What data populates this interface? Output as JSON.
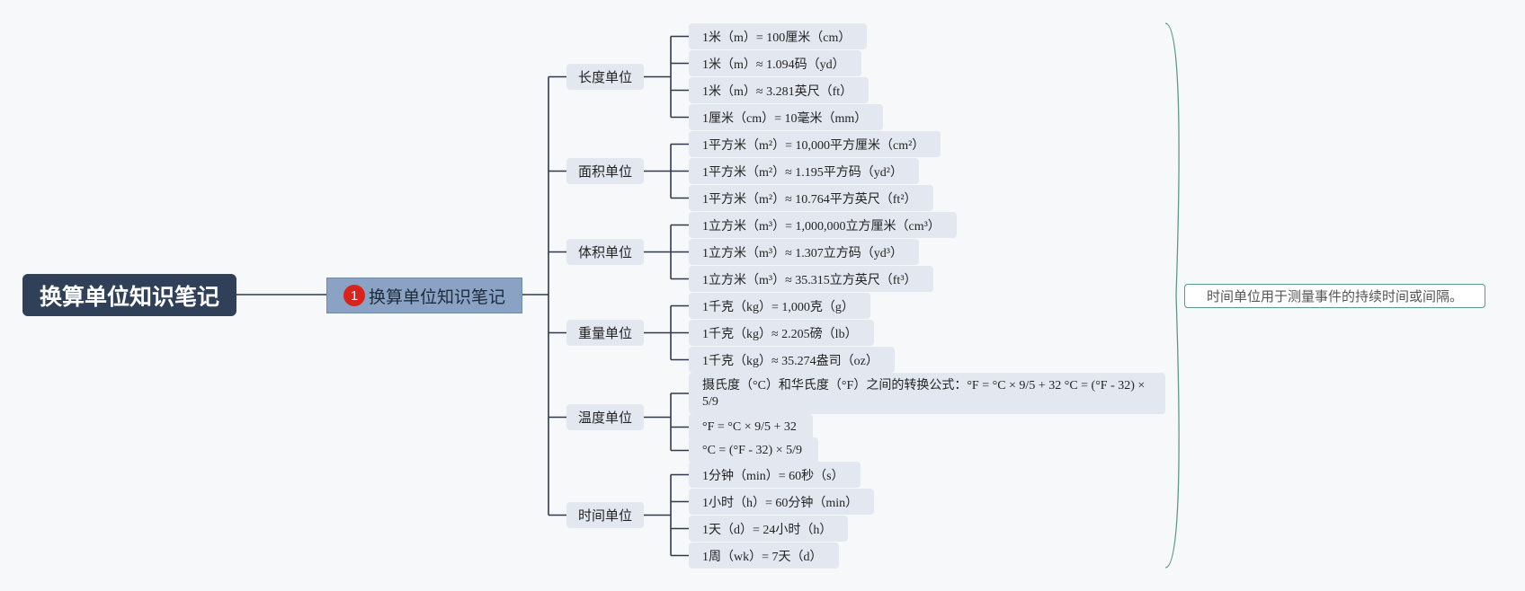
{
  "root": {
    "title": "换算单位知识笔记"
  },
  "main_topic": {
    "marker": "1",
    "title": "换算单位知识笔记"
  },
  "categories": [
    {
      "label": "长度单位",
      "items": [
        "1米（m）= 100厘米（cm）",
        "1米（m）≈ 1.094码（yd）",
        "1米（m）≈ 3.281英尺（ft）",
        "1厘米（cm）= 10毫米（mm）"
      ]
    },
    {
      "label": "面积单位",
      "items": [
        "1平方米（m²）= 10,000平方厘米（cm²）",
        "1平方米（m²）≈ 1.195平方码（yd²）",
        "1平方米（m²）≈ 10.764平方英尺（ft²）"
      ]
    },
    {
      "label": "体积单位",
      "items": [
        "1立方米（m³）= 1,000,000立方厘米（cm³）",
        "1立方米（m³）≈ 1.307立方码（yd³）",
        "1立方米（m³）≈ 35.315立方英尺（ft³）"
      ]
    },
    {
      "label": "重量单位",
      "items": [
        "1千克（kg）= 1,000克（g）",
        "1千克（kg）≈ 2.205磅（lb）",
        "1千克（kg）≈ 35.274盎司（oz）"
      ]
    },
    {
      "label": "温度单位",
      "items": [
        "摄氏度（°C）和华氏度（°F）之间的转换公式：°F = °C × 9/5 + 32 °C = (°F - 32) × 5/9",
        "°F = °C × 9/5 + 32",
        "°C = (°F - 32) × 5/9"
      ]
    },
    {
      "label": "时间单位",
      "items": [
        "1分钟（min）= 60秒（s）",
        "1小时（h）= 60分钟（min）",
        "1天（d）= 24小时（h）",
        "1周（wk）= 7天（d）"
      ]
    }
  ],
  "summary_note": "时间单位用于测量事件的持续时间或间隔。",
  "colors": {
    "root_bg": "#2f4058",
    "main_bg": "#8aa3c4",
    "node_bg": "#e3e8f0",
    "line": "#2f3b4c",
    "bracket": "#5c9a84",
    "marker": "#d8241c"
  }
}
